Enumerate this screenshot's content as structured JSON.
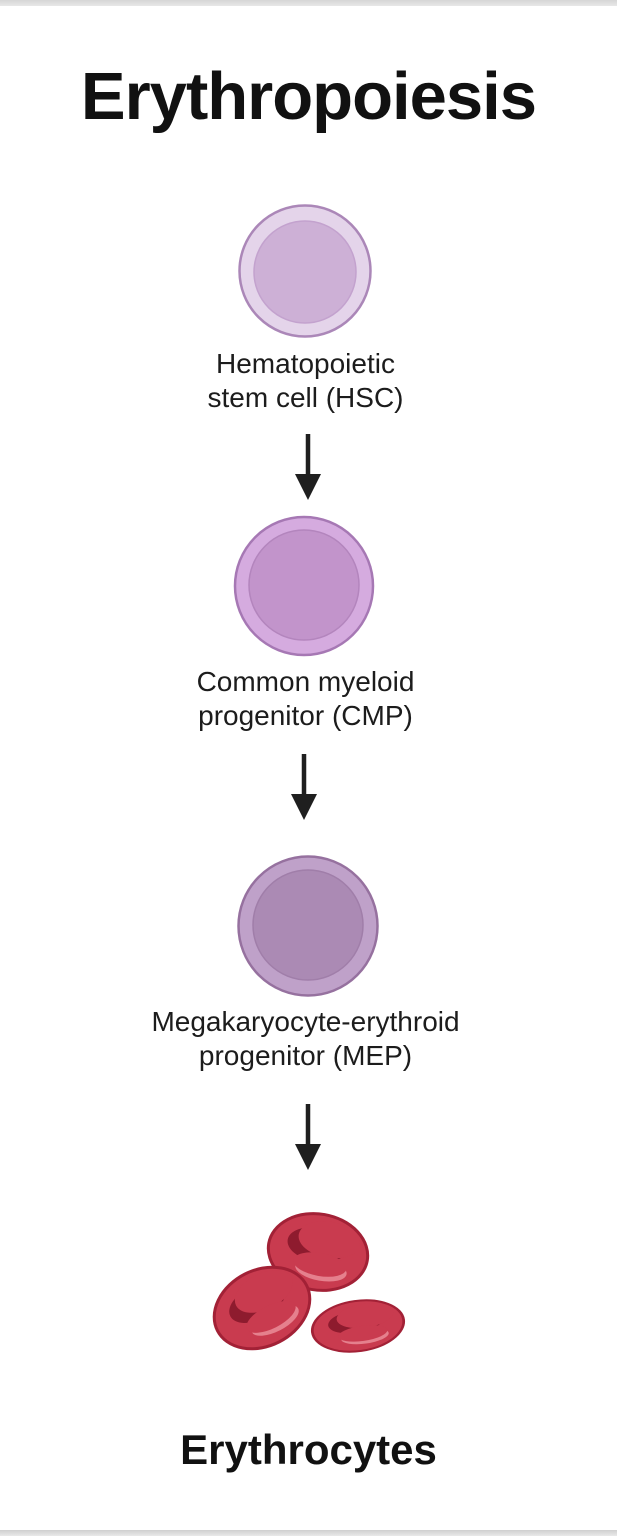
{
  "page": {
    "title": "Erythropoiesis",
    "background_color": "#ffffff",
    "edge_bar_color": "#d6d6d6",
    "title_color": "#111111",
    "label_color": "#1c1c1c"
  },
  "arrow": {
    "color": "#1f1f1f"
  },
  "stages": {
    "hsc": {
      "label_line1": "Hematopoietic",
      "label_line2": "stem cell (HSC)",
      "outer_fill": "#e4d4ea",
      "outer_outline": "#ab87b8",
      "inner_fill": "#cdb0d6",
      "inner_outline": "#c3a2ce"
    },
    "cmp": {
      "label_line1": "Common myeloid",
      "label_line2": "progenitor (CMP)",
      "outer_fill": "#d5abdf",
      "outer_outline": "#a678b4",
      "inner_fill": "#c294cb",
      "inner_outline": "#b385bd"
    },
    "mep": {
      "label_line1": "Megakaryocyte-erythroid",
      "label_line2": "progenitor (MEP)",
      "outer_fill": "#bfa1c9",
      "outer_outline": "#96719f",
      "inner_fill": "#ab8ab4",
      "inner_outline": "#a07ea9"
    },
    "erythrocytes": {
      "label": "Erythrocytes",
      "body_fill": "#c93b4f",
      "body_outline": "#a22136",
      "dimple_fill": "#8e1b2e",
      "highlight_fill": "#e5808d"
    }
  }
}
